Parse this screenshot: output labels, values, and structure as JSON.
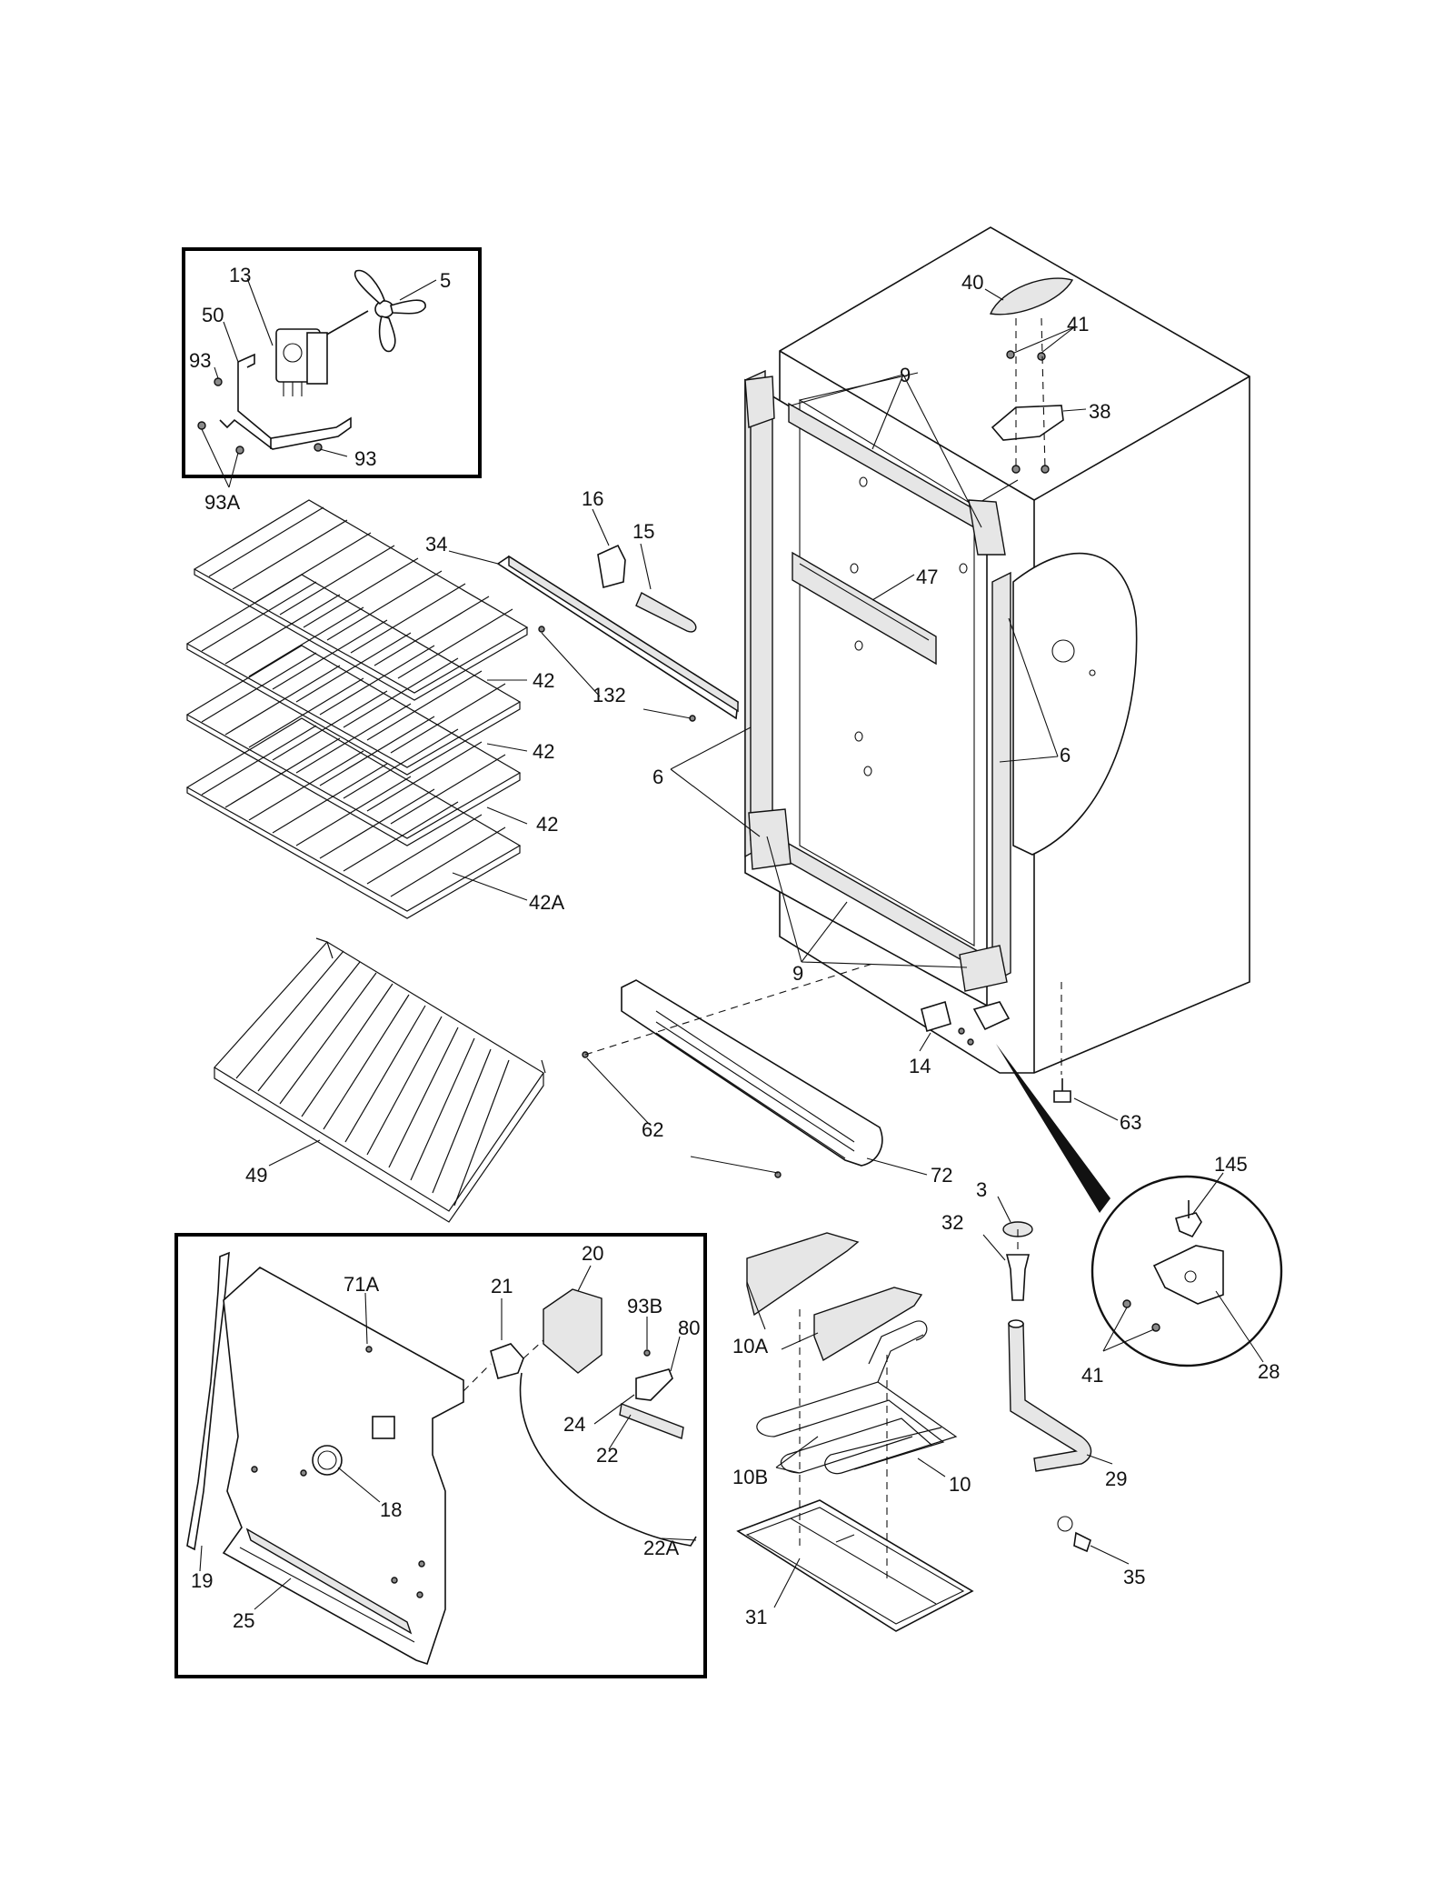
{
  "labels": {
    "l13": "13",
    "l5": "5",
    "l50": "50",
    "l93a": "93",
    "l93b": "93",
    "l93A": "93A",
    "l40": "40",
    "l41top": "41",
    "l9top": "9",
    "l38": "38",
    "l16": "16",
    "l15": "15",
    "l34": "34",
    "l47": "47",
    "l42a": "42",
    "l42b": "42",
    "l42c": "42",
    "l42A": "42A",
    "l132": "132",
    "l6left": "6",
    "l6right": "6",
    "l9bottom": "9",
    "l14": "14",
    "l63": "63",
    "l49": "49",
    "l62": "62",
    "l72": "72",
    "l145": "145",
    "l3": "3",
    "l32": "32",
    "l28": "28",
    "l41bottom": "41",
    "l29": "29",
    "l71A": "71A",
    "l21": "21",
    "l20": "20",
    "l93B": "93B",
    "l80": "80",
    "l24": "24",
    "l22": "22",
    "l18": "18",
    "l19": "19",
    "l22A": "22A",
    "l25": "25",
    "l10A": "10A",
    "l10B": "10B",
    "l10": "10",
    "l31": "31",
    "l35": "35"
  }
}
